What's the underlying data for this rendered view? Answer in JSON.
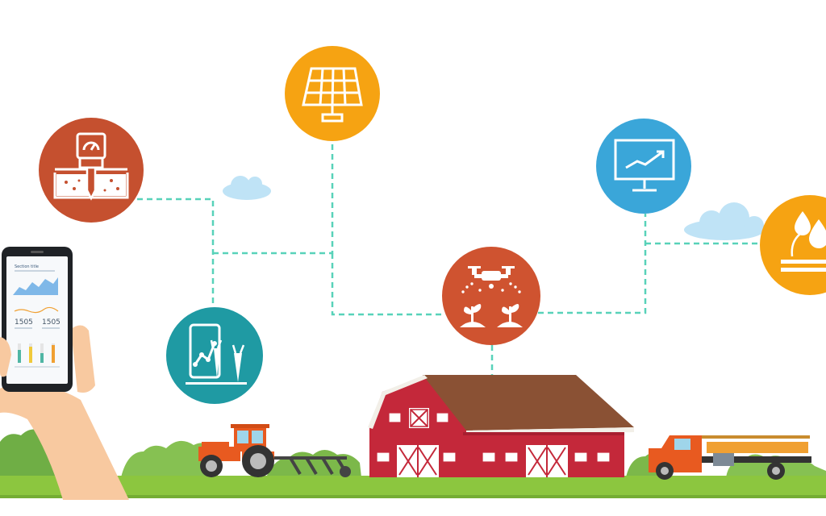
{
  "phone": {
    "header_title": "Section title",
    "stat_left": "1505",
    "stat_right": "1505"
  },
  "icons": [
    "soil-moisture-sensor-icon",
    "solar-panel-icon",
    "crop-monitoring-tablet-icon",
    "agri-drone-icon",
    "analytics-monitor-icon",
    "water-irrigation-icon"
  ],
  "colors": {
    "sensor_red": "#c5502f",
    "solar_orange": "#f6a312",
    "tablet_teal": "#1f9aa3",
    "drone_red": "#cf5330",
    "monitor_blue": "#3aa6d9",
    "water_orange": "#f6a312",
    "connector": "#58d2b9",
    "barn": "#c4283a",
    "roof": "#8a5134",
    "grass": "#8cc63f",
    "tractor": "#e85a20"
  }
}
